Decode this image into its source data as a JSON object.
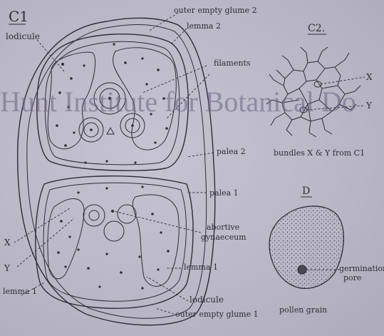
{
  "watermark": "Hunt Institute for Botanical Do",
  "panel_c1": {
    "title": "C1"
  },
  "panel_c2": {
    "title": "C2.",
    "caption": "bundles X & Y from C1",
    "mark_x": "X",
    "mark_y": "Y"
  },
  "panel_d": {
    "title": "D",
    "caption": "pollen grain",
    "pore_label_1": "germination",
    "pore_label_2": "pore"
  },
  "labels": {
    "lodicule_top": "lodicule",
    "outer_glume_2": "outer empty glume 2",
    "lemma_2": "lemma 2",
    "filaments": "filaments",
    "palea_2": "palea 2",
    "palea_1": "palea 1",
    "abortive_1": "abortive",
    "abortive_2": "gynaeceum",
    "lemma_1_right": "lemma 1",
    "lemma_1_left": "lemma 1",
    "lodicule_bottom": "lodicule",
    "outer_glume_1": "outer empty glume 1",
    "x_mark": "X",
    "y_mark": "Y"
  },
  "colors": {
    "ink": "#2f2c38",
    "background": "#b9b7c6",
    "watermark": "#6a5d84"
  }
}
